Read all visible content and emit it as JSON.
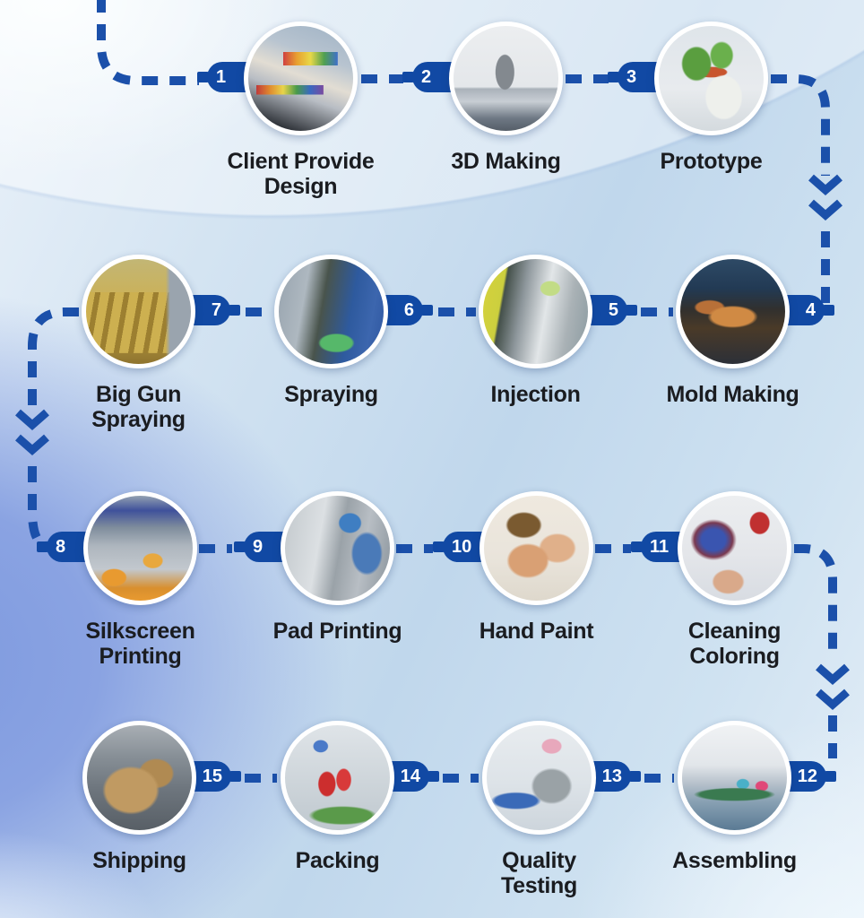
{
  "flow": {
    "steps": [
      {
        "number": "1",
        "label": "Client Provide\nDesign",
        "photo": "client-provide-design"
      },
      {
        "number": "2",
        "label": "3D Making",
        "photo": "3d-making"
      },
      {
        "number": "3",
        "label": "Prototype",
        "photo": "prototype"
      },
      {
        "number": "4",
        "label": "Mold Making",
        "photo": "mold-making"
      },
      {
        "number": "5",
        "label": "Injection",
        "photo": "injection"
      },
      {
        "number": "6",
        "label": "Spraying",
        "photo": "spraying"
      },
      {
        "number": "7",
        "label": "Big Gun\nSpraying",
        "photo": "big-gun-spraying"
      },
      {
        "number": "8",
        "label": "Silkscreen\nPrinting",
        "photo": "silkscreen-printing"
      },
      {
        "number": "9",
        "label": "Pad Printing",
        "photo": "pad-printing"
      },
      {
        "number": "10",
        "label": "Hand Paint",
        "photo": "hand-paint"
      },
      {
        "number": "11",
        "label": "Cleaning\nColoring",
        "photo": "cleaning-coloring"
      },
      {
        "number": "12",
        "label": "Assembling",
        "photo": "assembling"
      },
      {
        "number": "13",
        "label": "Quality\nTesting",
        "photo": "quality-testing"
      },
      {
        "number": "14",
        "label": "Packing",
        "photo": "packing"
      },
      {
        "number": "15",
        "label": "Shipping",
        "photo": "shipping"
      }
    ],
    "colors": {
      "line_blue": "#1b50aa",
      "badge_blue": "#1149a4",
      "label_text": "#1a1c20"
    }
  }
}
